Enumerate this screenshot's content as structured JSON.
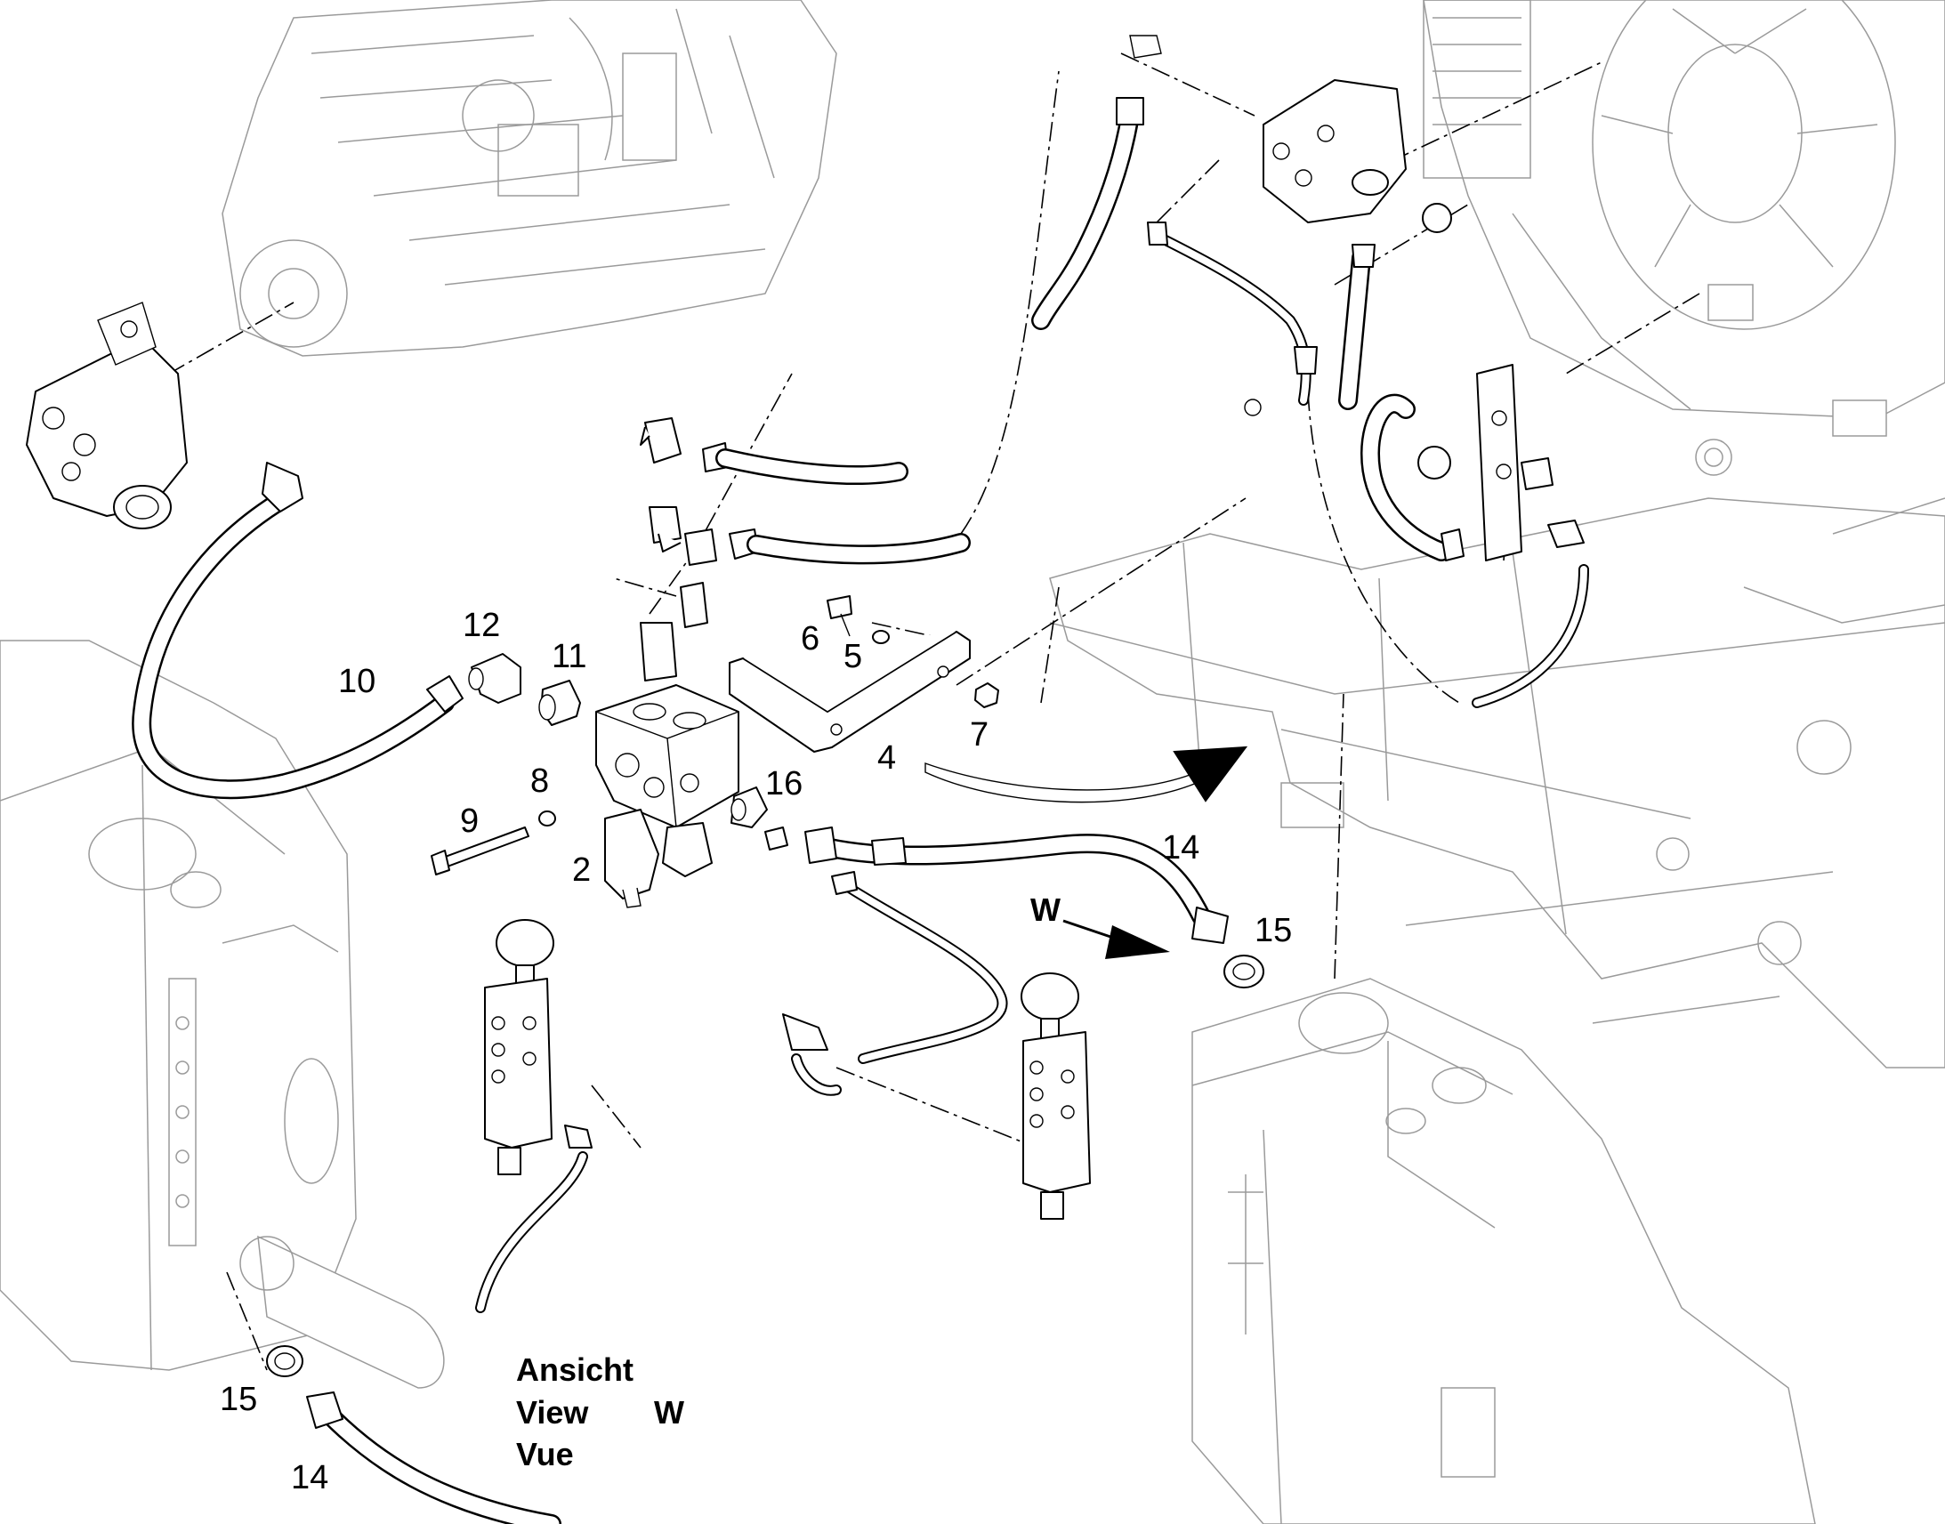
{
  "callouts": {
    "c2": "2",
    "c4": "4",
    "c5": "5",
    "c6": "6",
    "c7": "7",
    "c8": "8",
    "c9": "9",
    "c10": "10",
    "c11": "11",
    "c12": "12",
    "c14a": "14",
    "c14b": "14",
    "c15a": "15",
    "c15b": "15",
    "c16": "16"
  },
  "view_arrow_label": "W",
  "view_legend": {
    "line1": "Ansicht",
    "line2": "View",
    "line3": "Vue",
    "letter": "W"
  },
  "colors": {
    "ink": "#000000",
    "background": "#ffffff",
    "context_gray": "#9a9a9a"
  }
}
